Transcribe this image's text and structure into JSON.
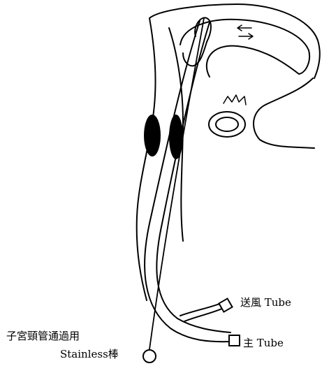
{
  "labels": {
    "air_tube": "送風 Tube",
    "main_tube": "主 Tube",
    "rod_line1": "子宮頸管通過用",
    "rod_line2": "Stainless棒"
  }
}
